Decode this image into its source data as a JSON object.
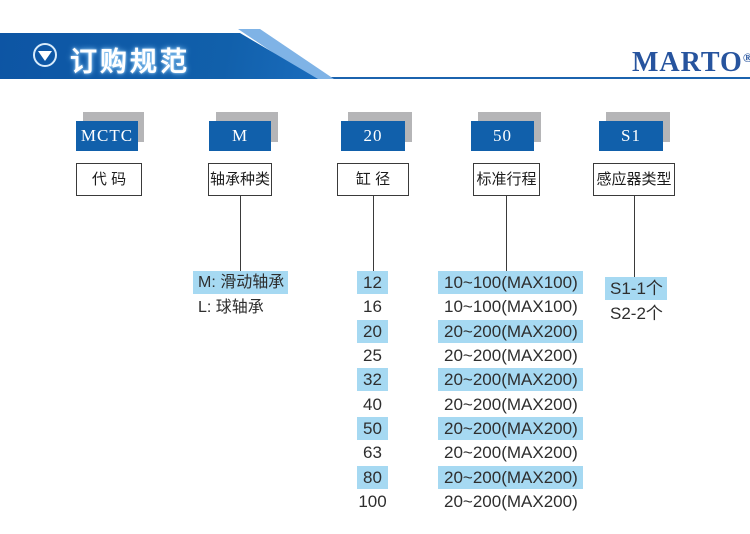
{
  "header": {
    "title": "订购规范",
    "brand": "MARTO",
    "brand_reg": "®"
  },
  "colors": {
    "primary_blue": "#1160ab",
    "banner_blue": "#0d55a4",
    "accent_light_blue": "#7fb3e6",
    "highlight_blue": "#a6d9f2",
    "shadow_gray": "#b5b5b7",
    "brand_blue": "#27549e"
  },
  "columns": [
    {
      "code": "MCTC",
      "label": "代 码",
      "options": []
    },
    {
      "code": "M",
      "label": "轴承种类",
      "options": [
        {
          "text": "M: 滑动轴承",
          "highlighted": true
        },
        {
          "text": "L: 球轴承",
          "highlighted": false
        }
      ]
    },
    {
      "code": "20",
      "label": "缸 径",
      "options": [
        {
          "text": "12",
          "highlighted": true
        },
        {
          "text": "16",
          "highlighted": false
        },
        {
          "text": "20",
          "highlighted": true
        },
        {
          "text": "25",
          "highlighted": false
        },
        {
          "text": "32",
          "highlighted": true
        },
        {
          "text": "40",
          "highlighted": false
        },
        {
          "text": "50",
          "highlighted": true
        },
        {
          "text": "63",
          "highlighted": false
        },
        {
          "text": "80",
          "highlighted": true
        },
        {
          "text": "100",
          "highlighted": false
        }
      ]
    },
    {
      "code": "50",
      "label": "标准行程",
      "options": [
        {
          "text": "10~100(MAX100)",
          "highlighted": true
        },
        {
          "text": "10~100(MAX100)",
          "highlighted": false
        },
        {
          "text": "20~200(MAX200)",
          "highlighted": true
        },
        {
          "text": "20~200(MAX200)",
          "highlighted": false
        },
        {
          "text": "20~200(MAX200)",
          "highlighted": true
        },
        {
          "text": "20~200(MAX200)",
          "highlighted": false
        },
        {
          "text": "20~200(MAX200)",
          "highlighted": true
        },
        {
          "text": "20~200(MAX200)",
          "highlighted": false
        },
        {
          "text": "20~200(MAX200)",
          "highlighted": true
        },
        {
          "text": "20~200(MAX200)",
          "highlighted": false
        }
      ]
    },
    {
      "code": "S1",
      "label": "感应器类型",
      "options": [
        {
          "text": "S1-1个",
          "highlighted": true
        },
        {
          "text": "S2-2个",
          "highlighted": false
        }
      ]
    }
  ]
}
